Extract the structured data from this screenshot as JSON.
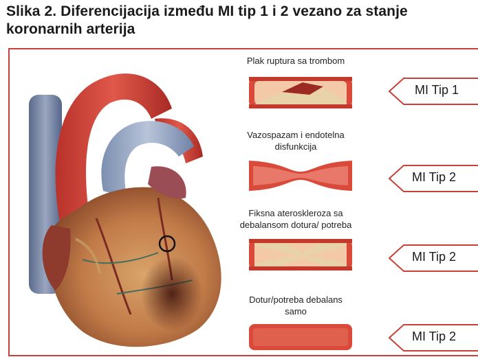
{
  "figure": {
    "title_line1": "Slika 2. Diferencijacija između MI tip 1 i 2 vezano za stanje",
    "title_line2": "koronarnih arterija",
    "accent_color": "#c8403a"
  },
  "rows": [
    {
      "caption_line1": "Plak ruptura sa trombom",
      "caption_line2": "",
      "tag": "MI Tip 1",
      "vessel": "plaque-rupture-thrombus"
    },
    {
      "caption_line1": "Vazospazam i endotelna",
      "caption_line2": "disfunkcija",
      "tag": "MI Tip 2",
      "vessel": "vasospasm"
    },
    {
      "caption_line1": "Fiksna ateroskleroza sa",
      "caption_line2": "debalansom dotura/ potreba",
      "tag": "MI Tip 2",
      "vessel": "fixed-atherosclerosis"
    },
    {
      "caption_line1": "Dotur/potreba debalans",
      "caption_line2": "samo",
      "tag": "MI Tip 2",
      "vessel": "normal-vessel"
    }
  ]
}
